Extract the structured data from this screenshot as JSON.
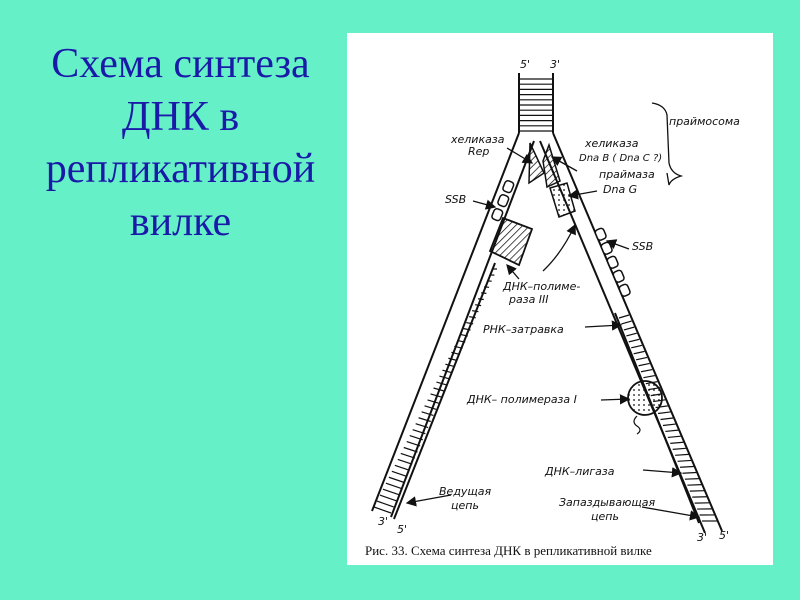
{
  "slide": {
    "title_lines": [
      "Схема синтеза",
      "ДНК в",
      "репликативной",
      "вилке"
    ]
  },
  "figure": {
    "top_left_end": "5'",
    "top_right_end": "3'",
    "bottom_left_outer": "3'",
    "bottom_left_inner": "5'",
    "bottom_right_inner": "3'",
    "bottom_right_outer": "5'",
    "helicase_rep": [
      "хеликаза",
      "Rep"
    ],
    "helicase_dnab": [
      "хеликаза",
      "Dna B ( Dna C ?)"
    ],
    "primase": [
      "праймаза",
      "Dna G"
    ],
    "primosome": "праймосома",
    "ssb_left": "SSB",
    "ssb_right": "SSB",
    "dna_pol3": [
      "ДНК–полиме-",
      "раза III"
    ],
    "rna_primer": "РНК–затравка",
    "dna_pol1": "ДНК– полимераза  I",
    "dna_ligase": "ДНК–лигаза",
    "leading_strand": [
      "Ведущая",
      "цепь"
    ],
    "lagging_strand": [
      "Запаздывающая",
      "цепь"
    ],
    "caption": "Рис. 33. Схема синтеза ДНК в репликативной вилке"
  }
}
